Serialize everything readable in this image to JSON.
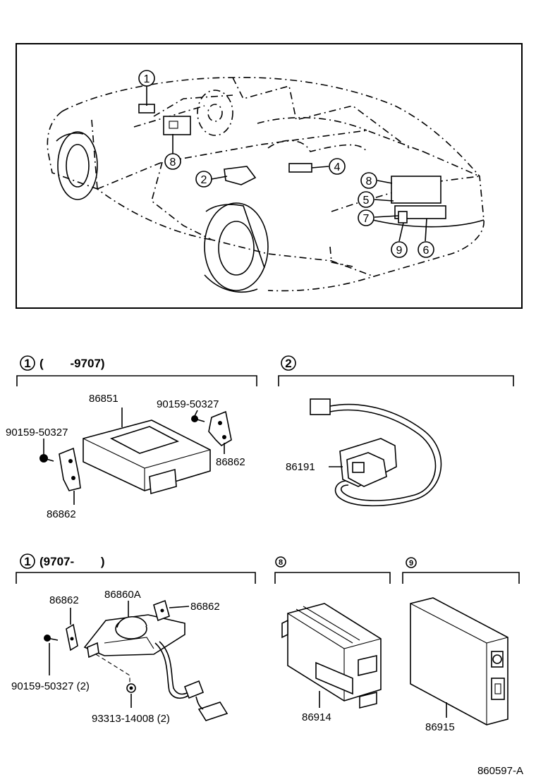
{
  "overview": {
    "callouts": [
      {
        "id": "c1",
        "text": "1"
      },
      {
        "id": "c8a",
        "text": "8"
      },
      {
        "id": "c2",
        "text": "2"
      },
      {
        "id": "c4",
        "text": "4"
      },
      {
        "id": "c8b",
        "text": "8"
      },
      {
        "id": "c5",
        "text": "5"
      },
      {
        "id": "c7",
        "text": "7"
      },
      {
        "id": "c9",
        "text": "9"
      },
      {
        "id": "c6",
        "text": "6"
      }
    ]
  },
  "sections": {
    "s1": {
      "index": "1",
      "label": "(        -9707)"
    },
    "s2": {
      "index": "2",
      "label": ""
    },
    "s3": {
      "index": "1",
      "label": "(9707-        )"
    },
    "s4": {
      "index": "8",
      "label": ""
    },
    "s5": {
      "index": "9",
      "label": ""
    }
  },
  "parts": {
    "p86851": "86851",
    "p90159a": "90159-50327",
    "p90159b": "90159-50327",
    "p86862a": "86862",
    "p86862b": "86862",
    "p86191": "86191",
    "p86862c": "86862",
    "p86860A": "86860A",
    "p86862d": "86862",
    "p90159c": "90159-50327 (2)",
    "p93313": "93313-14008 (2)",
    "p86914": "86914",
    "p86915": "86915"
  },
  "footer": {
    "code": "860597-A"
  }
}
